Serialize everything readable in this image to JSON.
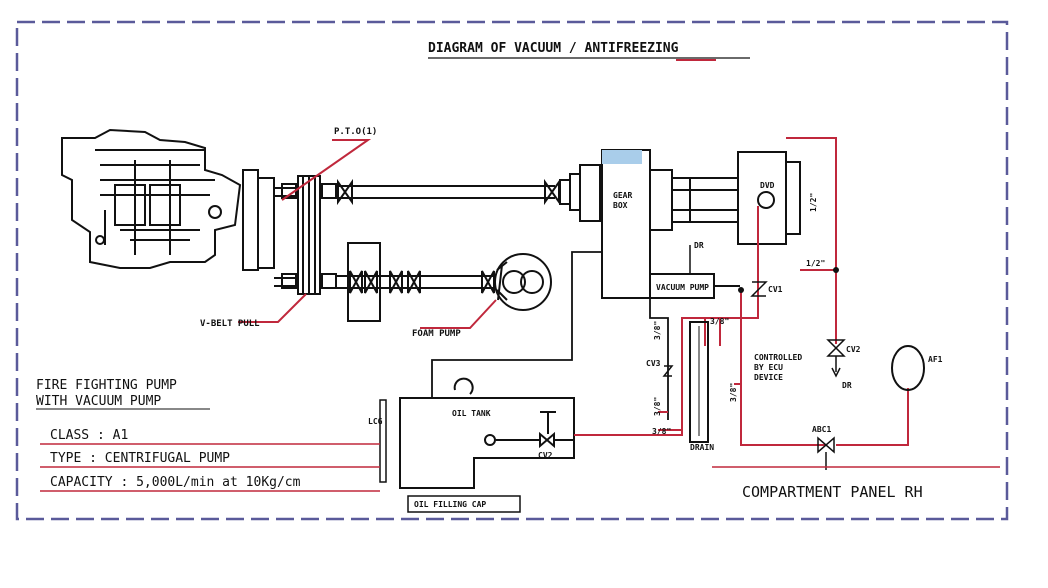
{
  "title": "DIAGRAM OF VACUUM / ANTIFREEZING",
  "panel_label": "COMPARTMENT PANEL RH",
  "legend": {
    "heading_line1": "FIRE FIGHTING PUMP",
    "heading_line2": "WITH VACUUM PUMP",
    "class": "CLASS : A1",
    "type": "TYPE : CENTRIFUGAL PUMP",
    "capacity": "CAPACITY : 5,000L/min at 10Kg/cm"
  },
  "labels": {
    "pto": "P.T.O(1)",
    "v_belt": "V-BELT PULL",
    "foam_pump": "FOAM PUMP",
    "gear_box_1": "GEAR",
    "gear_box_2": "BOX",
    "vacuum_pump": "VACUUM PUMP",
    "dr_top": "DR",
    "dr_bottom": "DR",
    "oil_tank": "OIL TANK",
    "oil_filling_cap": "OIL FILLING CAP",
    "lcg": "LCG",
    "cv_drain": "CV2",
    "pipe_half_inch": "1/2\"",
    "pipe_half_inch_vert": "1/2\"",
    "pipe_3_8_a": "3/8\"",
    "pipe_3_8_b": "3/8\"",
    "pipe_3_8_c": "3/8\"",
    "pipe_3_8_d": "3/8\"",
    "pipe_3_8_e": "3/8\"",
    "cv1": "CV1",
    "cv2": "CV2",
    "cv3": "CV3",
    "abc1": "ABC1",
    "af1": "AF1",
    "dvd": "DVD",
    "control_1": "CONTROLLED",
    "control_2": "BY ECU",
    "control_3": "DEVICE",
    "drain": "DRAIN"
  },
  "colors": {
    "border": "#5a5a9a",
    "line": "#111111",
    "accent_red": "#c0283c",
    "highlight": "#a9cdea"
  }
}
